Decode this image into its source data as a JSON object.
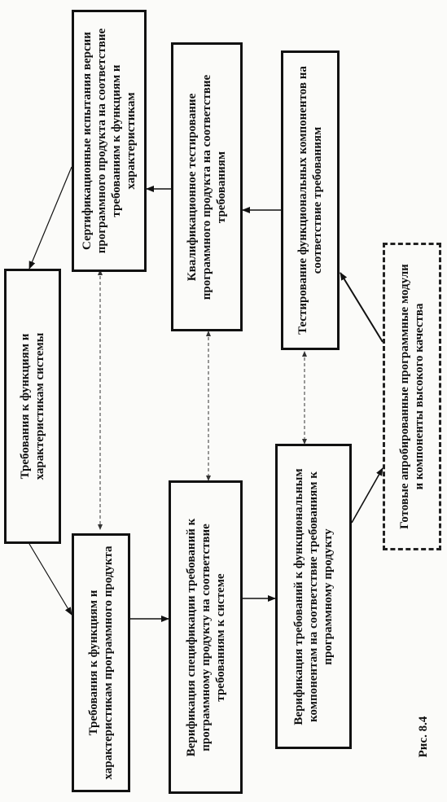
{
  "boxes": {
    "system_req": "Требования к функциям и характеристикам системы",
    "product_req": "Требования к функциям и характеристикам программного продукта",
    "cert": "Сертификационные испытания версии программного продукта на соответствие требованиям к функциям и характеристикам",
    "qual": "Квалификационное тестирование программного продукта на соответствие требованиям",
    "spec_verif": "Верификация спецификации требований к программному продукту на соответствие требованиям к системе",
    "comp_test": "Тестирование функциональных компонентов на соответствие требованиям",
    "comp_verif": "Верификация требований к функциональным компонентам на соответствие требованиям к программному продукту",
    "ready": "Готовые апробированные программные модули и компоненты высокого качества"
  },
  "caption": "Рис. 8.4"
}
